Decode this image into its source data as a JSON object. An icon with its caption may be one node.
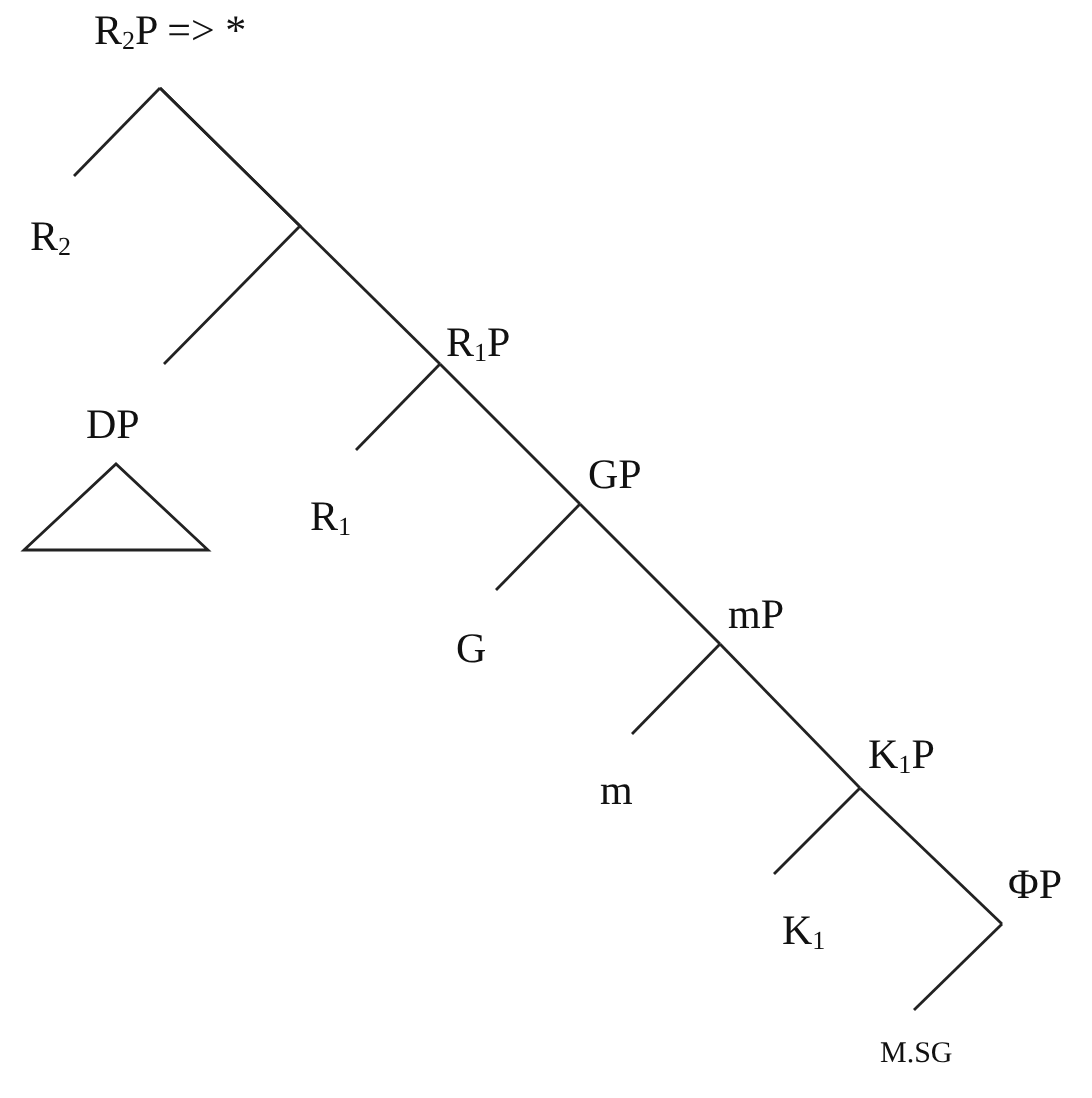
{
  "diagram": {
    "nodes": [
      {
        "text": [
          "R$_{2}$P => *"
        ]
      },
      {
        "text": [
          "R$_{2}$"
        ]
      },
      {
        "text": [
          "DP"
        ]
      },
      {
        "text": [],
        "shape": "triangle"
      },
      {
        "text": [
          "R$_{1}$P"
        ]
      },
      {
        "text": [
          "R$_{1}$"
        ]
      },
      {
        "text": [
          "GP"
        ]
      },
      {
        "text": [
          "G"
        ]
      },
      {
        "text": [
          "mP"
        ]
      },
      {
        "text": [
          "m"
        ]
      },
      {
        "text": [
          "K$_{1}$P"
        ]
      },
      {
        "text": [
          "K$_{1}$"
        ]
      },
      {
        "text": [
          "ΦP"
        ]
      },
      {
        "text": [
          "M.SG"
        ]
      }
    ],
    "edges": [
      {
        "from": 0,
        "to": 1,
        "arrow": "none"
      },
      {
        "from": 0,
        "to": 2,
        "arrow": "none"
      },
      {
        "from": 0,
        "to": 4,
        "arrow": "none"
      },
      {
        "from": 4,
        "to": 5,
        "arrow": "none"
      },
      {
        "from": 4,
        "to": 6,
        "arrow": "none"
      },
      {
        "from": 6,
        "to": 7,
        "arrow": "none"
      },
      {
        "from": 6,
        "to": 8,
        "arrow": "none"
      },
      {
        "from": 8,
        "to": 9,
        "arrow": "none"
      },
      {
        "from": 8,
        "to": 10,
        "arrow": "none"
      },
      {
        "from": 10,
        "to": 11,
        "arrow": "none"
      },
      {
        "from": 10,
        "to": 12,
        "arrow": "none"
      },
      {
        "from": 12,
        "to": 13,
        "arrow": "none"
      }
    ]
  }
}
